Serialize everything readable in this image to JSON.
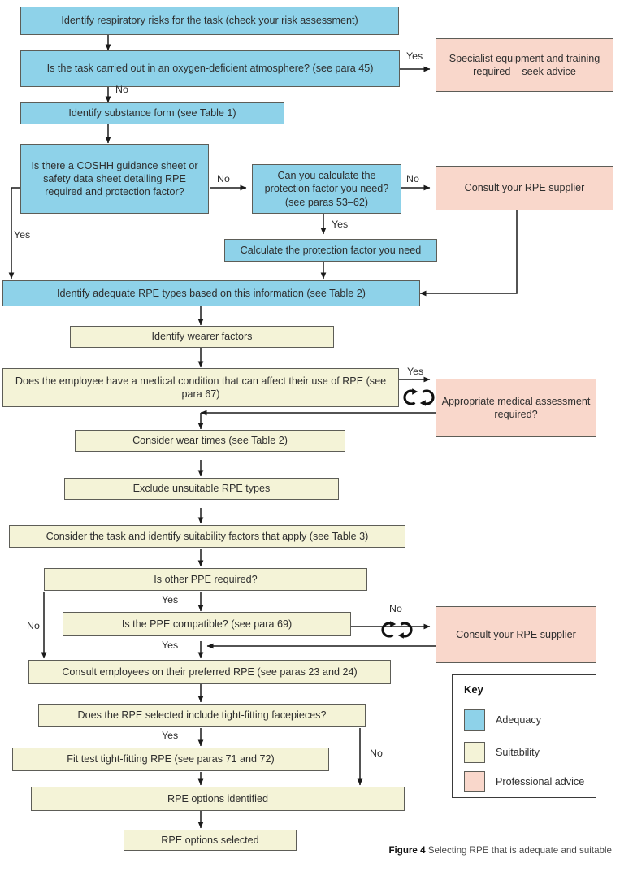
{
  "figure": {
    "caption_label": "Figure 4",
    "caption_text": " Selecting RPE that is adequate and suitable"
  },
  "colors": {
    "adequacy": "#8ed2e9",
    "suitability": "#f4f3d7",
    "professional_advice": "#f9d7cb",
    "border": "#5d5d57",
    "arrow": "#1a1a1a"
  },
  "key": {
    "title": "Key",
    "items": [
      {
        "label": "Adequacy",
        "swatch": "#8ed2e9"
      },
      {
        "label": "Suitability",
        "swatch": "#f4f3d7"
      },
      {
        "label": "Professional advice",
        "swatch": "#f9d7cb"
      }
    ]
  },
  "nodes": [
    {
      "id": "identify-risks",
      "text": "Identify respiratory risks for the task (check your risk assessment)",
      "category": "adequacy"
    },
    {
      "id": "oxygen-deficient",
      "text": "Is the task carried out in an oxygen-deficient atmosphere? (see para 45)",
      "category": "adequacy"
    },
    {
      "id": "specialist-equipment",
      "text": "Specialist equipment and training required – seek advice",
      "category": "professional_advice"
    },
    {
      "id": "substance-form",
      "text": "Identify substance form (see Table 1)",
      "category": "adequacy"
    },
    {
      "id": "coshh-sheet",
      "text": "Is there a COSHH guidance sheet or safety data sheet detailing RPE required and protection factor?",
      "category": "adequacy"
    },
    {
      "id": "can-calculate",
      "text": "Can you calculate the protection factor you need? (see paras 53–62)",
      "category": "adequacy"
    },
    {
      "id": "consult-supplier-top",
      "text": "Consult your RPE supplier",
      "category": "professional_advice"
    },
    {
      "id": "calculate-pf",
      "text": "Calculate the protection factor you need",
      "category": "adequacy"
    },
    {
      "id": "identify-adequate",
      "text": "Identify adequate RPE types based on this information (see Table 2)",
      "category": "adequacy"
    },
    {
      "id": "wearer-factors",
      "text": "Identify wearer factors",
      "category": "suitability"
    },
    {
      "id": "medical-condition",
      "text": "Does the employee have a medical condition that can affect their use of RPE (see para 67)",
      "category": "suitability"
    },
    {
      "id": "medical-assessment",
      "text": "Appropriate medical assessment required?",
      "category": "professional_advice"
    },
    {
      "id": "wear-times",
      "text": "Consider wear times (see Table 2)",
      "category": "suitability"
    },
    {
      "id": "exclude-unsuitable",
      "text": "Exclude unsuitable RPE types",
      "category": "suitability"
    },
    {
      "id": "task-suitability",
      "text": "Consider the task and identify suitability factors that apply (see Table 3)",
      "category": "suitability"
    },
    {
      "id": "other-ppe",
      "text": "Is other PPE required?",
      "category": "suitability"
    },
    {
      "id": "ppe-compatible",
      "text": "Is the PPE compatible? (see para 69)",
      "category": "suitability"
    },
    {
      "id": "consult-supplier-bot",
      "text": "Consult your RPE supplier",
      "category": "professional_advice"
    },
    {
      "id": "consult-employees",
      "text": "Consult employees on their preferred RPE (see paras 23 and 24)",
      "category": "suitability"
    },
    {
      "id": "tight-fitting",
      "text": "Does the RPE selected include tight-fitting facepieces?",
      "category": "suitability"
    },
    {
      "id": "fit-test",
      "text": "Fit test tight-fitting RPE (see paras 71 and 72)",
      "category": "suitability"
    },
    {
      "id": "options-identified",
      "text": "RPE options identified",
      "category": "suitability"
    },
    {
      "id": "options-selected",
      "text": "RPE options selected",
      "category": "suitability"
    }
  ],
  "edge_labels": [
    {
      "id": "oxygen-yes",
      "text": "Yes"
    },
    {
      "id": "oxygen-no",
      "text": "No"
    },
    {
      "id": "coshh-no",
      "text": "No"
    },
    {
      "id": "coshh-yes",
      "text": "Yes"
    },
    {
      "id": "calculate-no",
      "text": "No"
    },
    {
      "id": "calculate-yes",
      "text": "Yes"
    },
    {
      "id": "medical-yes",
      "text": "Yes"
    },
    {
      "id": "otherppe-yes",
      "text": "Yes"
    },
    {
      "id": "otherppe-no",
      "text": "No"
    },
    {
      "id": "compatible-no",
      "text": "No"
    },
    {
      "id": "compatible-yes",
      "text": "Yes"
    },
    {
      "id": "tight-yes",
      "text": "Yes"
    },
    {
      "id": "tight-no",
      "text": "No"
    }
  ]
}
